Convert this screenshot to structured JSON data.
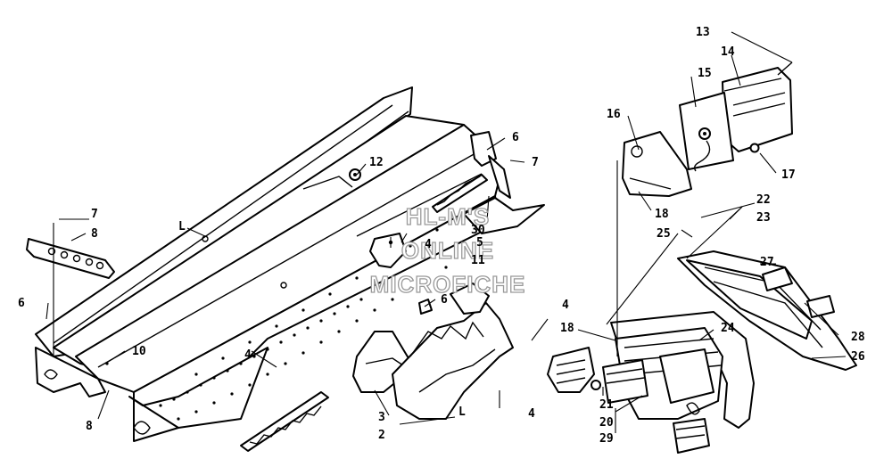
{
  "watermark": {
    "line1": "HL-M'S",
    "line2": "ONLINE",
    "line3": "MICROFICHE"
  },
  "callouts": {
    "c2": "2",
    "c3": "3",
    "c4a": "4",
    "c4b": "4",
    "c4c": "4",
    "c4d": "4",
    "c5": "5",
    "c6a": "6",
    "c6b": "6",
    "c6c": "6",
    "c7a": "7",
    "c7b": "7",
    "c8a": "8",
    "c8b": "8",
    "c10": "10",
    "c11": "11",
    "c12": "12",
    "c13": "13",
    "c14": "14",
    "c15": "15",
    "c16": "16",
    "c17": "17",
    "c18a": "18",
    "c18b": "18",
    "c20": "20",
    "c21": "21",
    "c22": "22",
    "c23": "23",
    "c24": "24",
    "c25": "25",
    "c26": "26",
    "c27": "27",
    "c28": "28",
    "c29": "29",
    "c30": "30",
    "ref_l1": "L",
    "ref_l2": "L"
  },
  "colors": {
    "ink": "#000000",
    "paper": "#ffffff",
    "watermark": "#9a9a9a"
  }
}
